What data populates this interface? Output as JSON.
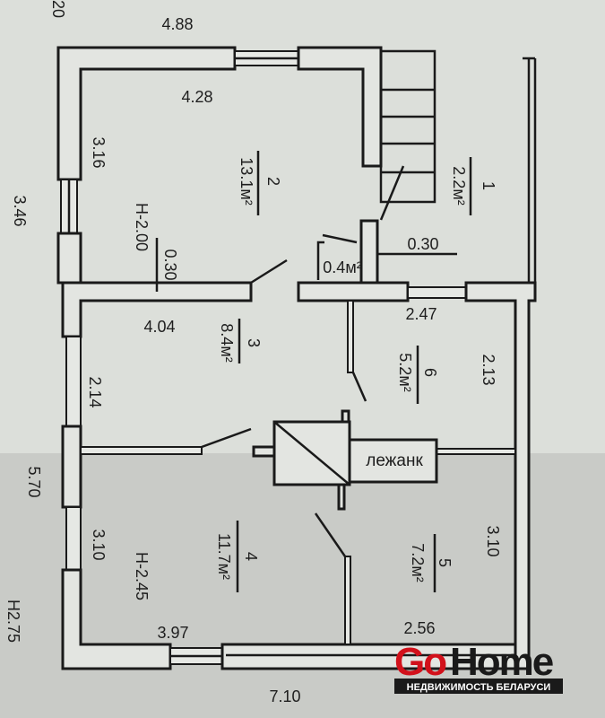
{
  "plan": {
    "dimensions": {
      "top_outer": "4.88",
      "top_left_partial": "20",
      "room2_width": "4.28",
      "room2_depth": "3.16",
      "left_upper_outer": "3.46",
      "room2_height": "H-2.00",
      "wall_thickness_left": "0.30",
      "wall_thickness_right": "0.30",
      "room3_width": "4.04",
      "room6_width": "2.47",
      "room6_depth": "2.13",
      "room3_depth": "2.14",
      "left_lower_outer": "5.70",
      "room4_depth": "3.10",
      "room4_height": "H-2.45",
      "room5_depth": "3.10",
      "total_height": "H2.75",
      "room4_width": "3.97",
      "room5_width": "2.56",
      "bottom_outer": "7.10"
    },
    "rooms": [
      {
        "number": "1",
        "area": "2.2м²"
      },
      {
        "number": "2",
        "area": "13.1м²"
      },
      {
        "number": "3",
        "area": "8.4м²"
      },
      {
        "number": "4",
        "area": "11.7м²"
      },
      {
        "number": "5",
        "area": "7.2м²"
      },
      {
        "number": "6",
        "area": "5.2м²"
      }
    ],
    "closet_area": "0.4м²",
    "stove_label": "лежанк"
  },
  "watermark": {
    "brand_go": "Go",
    "brand_home": "Home",
    "tagline": "НЕДВИЖИМОСТЬ БЕЛАРУСИ",
    "go_color": "#d2111b",
    "home_color": "#1a1a1a"
  }
}
